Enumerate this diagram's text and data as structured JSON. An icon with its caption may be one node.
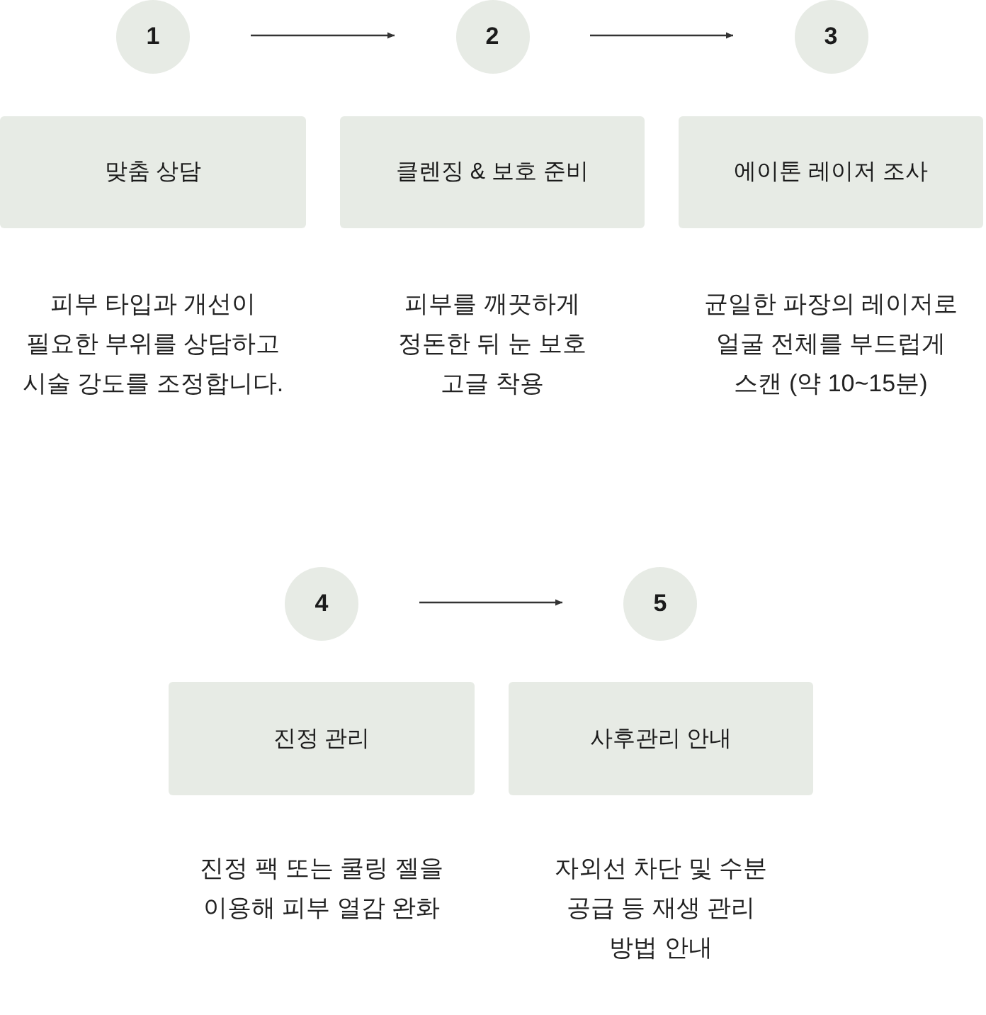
{
  "diagram": {
    "nodes": [
      {
        "text": [
          "1"
        ]
      },
      {
        "text": [
          "2"
        ]
      },
      {
        "text": [
          "3"
        ]
      },
      {
        "text": [
          "맞춤 상담"
        ],
        "beside": [
          "피부 타입과 개선이 필요한 부위를 상담하고 시술 강도를 조정합니다."
        ]
      },
      {
        "text": [
          "클렌징 & 보호 준비"
        ],
        "beside": [
          "피부를 깨끗하게 정돈한 뒤 눈 보호 고글 착용"
        ]
      },
      {
        "text": [
          "에이톤 레이저 조사"
        ],
        "beside": [
          "균일한 파장의 레이저로 얼굴 전체를 부드럽게 스캔 (약 10~15분)"
        ]
      },
      {
        "text": [
          "4"
        ]
      },
      {
        "text": [
          "5"
        ]
      },
      {
        "text": [
          "진정 관리"
        ],
        "beside": [
          "진정 팩 또는 쿨링 젤을 이용해 피부 열감 완화"
        ]
      },
      {
        "text": [
          "사후관리 안내"
        ],
        "beside": [
          "자외선 차단 및 수분 공급 등 재생 관리 방법 안내"
        ]
      }
    ],
    "edges": [
      {
        "from": 0,
        "to": 1,
        "arrow": "to"
      },
      {
        "from": 1,
        "to": 2,
        "arrow": "to"
      },
      {
        "from": 6,
        "to": 7,
        "arrow": "to"
      }
    ]
  }
}
